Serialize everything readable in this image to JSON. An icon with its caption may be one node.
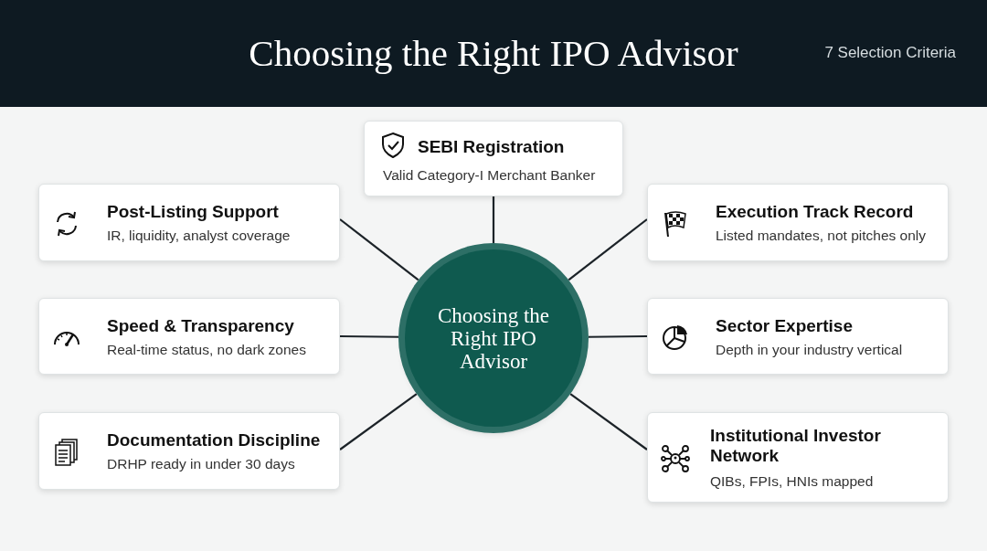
{
  "diagram": {
    "title": "Choosing the Right IPO Advisor",
    "nodes": [
      {
        "text": [
          "Choosing the Right IPO Advisor"
        ]
      },
      {
        "text": [
          "SEBI Registration",
          "Valid Category-I Merchant Banker"
        ]
      },
      {
        "text": [
          "Post-Listing Support",
          "IR, liquidity, analyst coverage"
        ]
      },
      {
        "text": [
          "Execution Track Record",
          "Listed mandates, not pitches only"
        ]
      },
      {
        "text": [
          "Speed & Transparency",
          "Real-time status, no dark zones"
        ]
      },
      {
        "text": [
          "Sector Expertise",
          "Depth in your industry vertical"
        ]
      },
      {
        "text": [
          "Documentation Discipline",
          "DRHP ready in under 30 days"
        ]
      },
      {
        "text": [
          "Institutional Investor Network",
          "QIBs, FPIs, HNIs mapped"
        ]
      }
    ],
    "edges": [
      {
        "from": 0,
        "to": 1,
        "arrow": "none"
      },
      {
        "from": 0,
        "to": 2,
        "arrow": "none"
      },
      {
        "from": 0,
        "to": 3,
        "arrow": "none"
      },
      {
        "from": 0,
        "to": 4,
        "arrow": "none"
      },
      {
        "from": 0,
        "to": 5,
        "arrow": "none"
      },
      {
        "from": 0,
        "to": 6,
        "arrow": "none"
      },
      {
        "from": 0,
        "to": 7,
        "arrow": "none"
      }
    ],
    "labels": [
      "7 Selection Criteria"
    ]
  }
}
